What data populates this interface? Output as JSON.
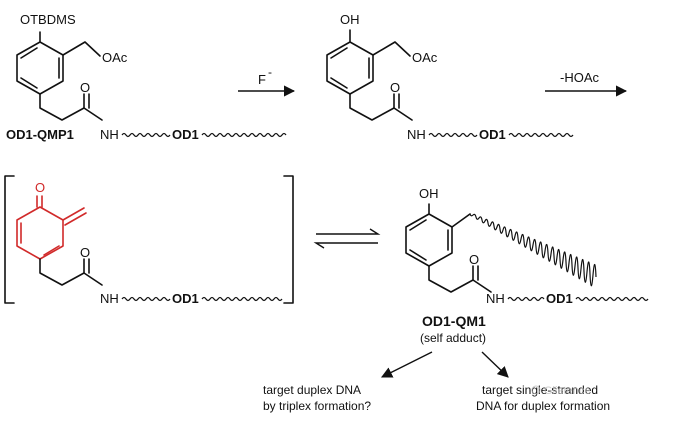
{
  "labels": {
    "otbdms": "OTBDMS",
    "oac": "OAc",
    "nh": "NH",
    "od1": "OD1",
    "oh": "OH",
    "o": "O",
    "compound1_name": "OD1-QMP1",
    "reagent_fluoride": "F",
    "reagent_charge": "-",
    "elimination": "-HOAc",
    "product_name": "OD1-QM1",
    "product_note": "(self adduct)",
    "outcome_left_1": "target duplex DNA",
    "outcome_left_2": "by triplex formation?",
    "outcome_right_1": "target single-stranded",
    "outcome_right_2": "DNA for duplex formation"
  },
  "colors": {
    "bond": "#111111",
    "highlight": "#d12a2a"
  },
  "watermark": "Glietence"
}
